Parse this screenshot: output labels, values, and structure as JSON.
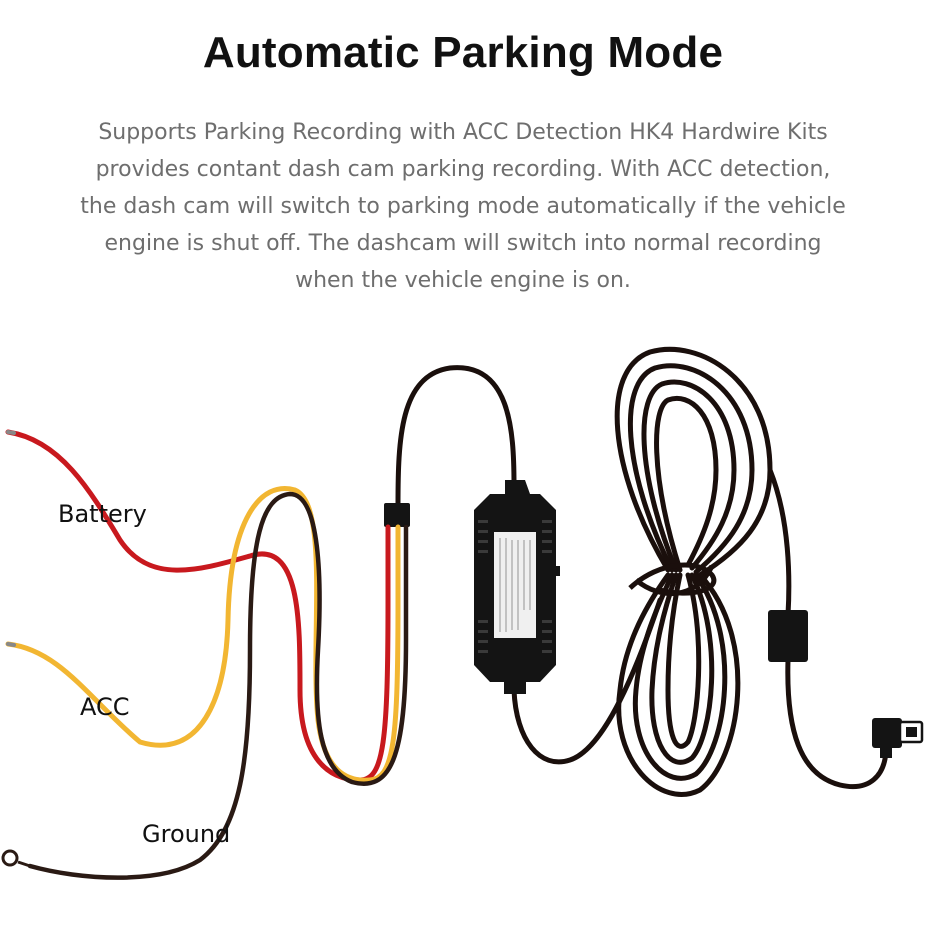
{
  "header": {
    "title": "Automatic Parking Mode",
    "description_lines": [
      "Supports Parking Recording with ACC Detection HK4 Hardwire Kits",
      "provides contant dash cam parking recording. With ACC detection,",
      "the dash cam will switch to parking mode automatically if the vehicle",
      "engine is shut off. The dashcam will switch into normal recording",
      "when the vehicle engine is on."
    ]
  },
  "diagram": {
    "labels": {
      "battery": "Battery",
      "acc": "ACC",
      "ground": "Ground"
    },
    "colors": {
      "battery_wire": "#c8191e",
      "acc_wire": "#f2b632",
      "ground_wire": "#2a1a14",
      "cable": "#1a0f0c",
      "module_body": "#141414",
      "module_label": "#f0f0f0"
    },
    "icons": [
      "ring-terminal-icon",
      "mini-usb-connector-icon",
      "ferrite-core-icon",
      "power-converter-module-icon"
    ]
  }
}
